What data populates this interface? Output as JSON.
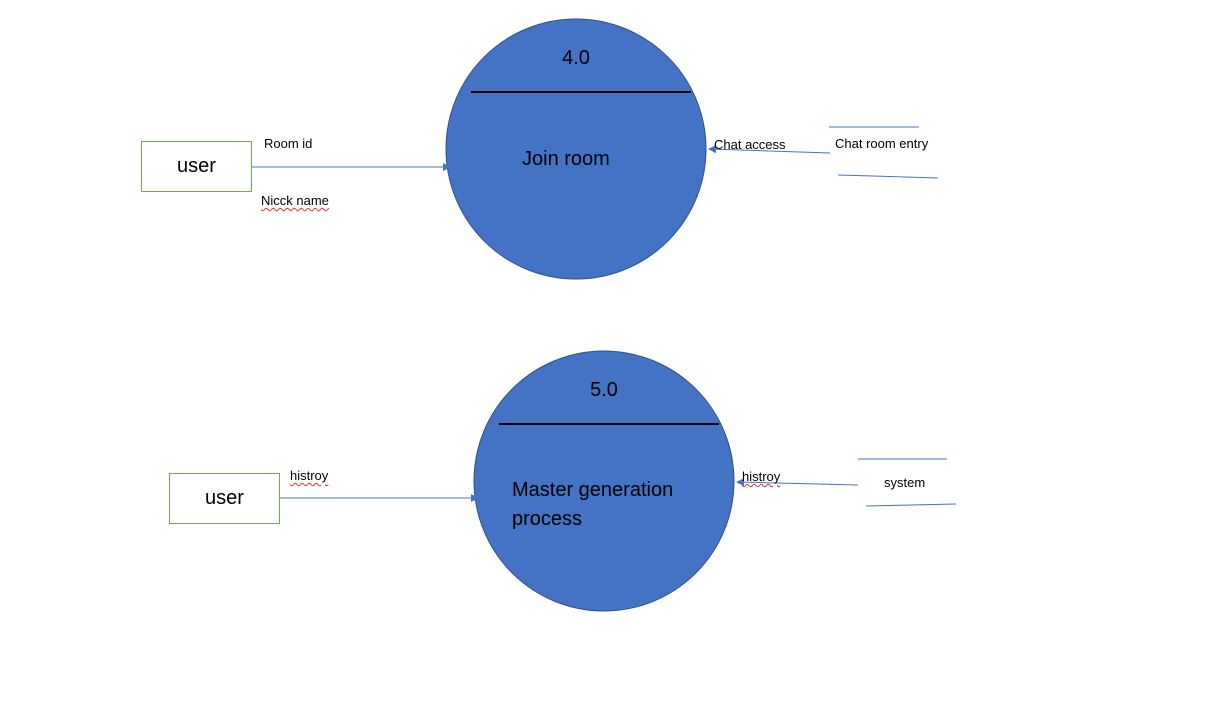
{
  "diagram": {
    "process_a": {
      "number": "4.0",
      "name": "Join room",
      "entity": "user",
      "input_labels": [
        "Room id",
        "Nicck name"
      ],
      "output_label": "Chat access",
      "datastore": "Chat room entry"
    },
    "process_b": {
      "number": "5.0",
      "name_line1": "Master generation",
      "name_line2": "process",
      "entity": "user",
      "input_label": "histroy",
      "output_label": "histroy",
      "datastore": "system"
    },
    "colors": {
      "process_fill": "#4472c4",
      "process_stroke": "#2f528f",
      "entity_border": "#70ad47",
      "arrow": "#4472c4",
      "spellcheck": "#e03030"
    }
  }
}
